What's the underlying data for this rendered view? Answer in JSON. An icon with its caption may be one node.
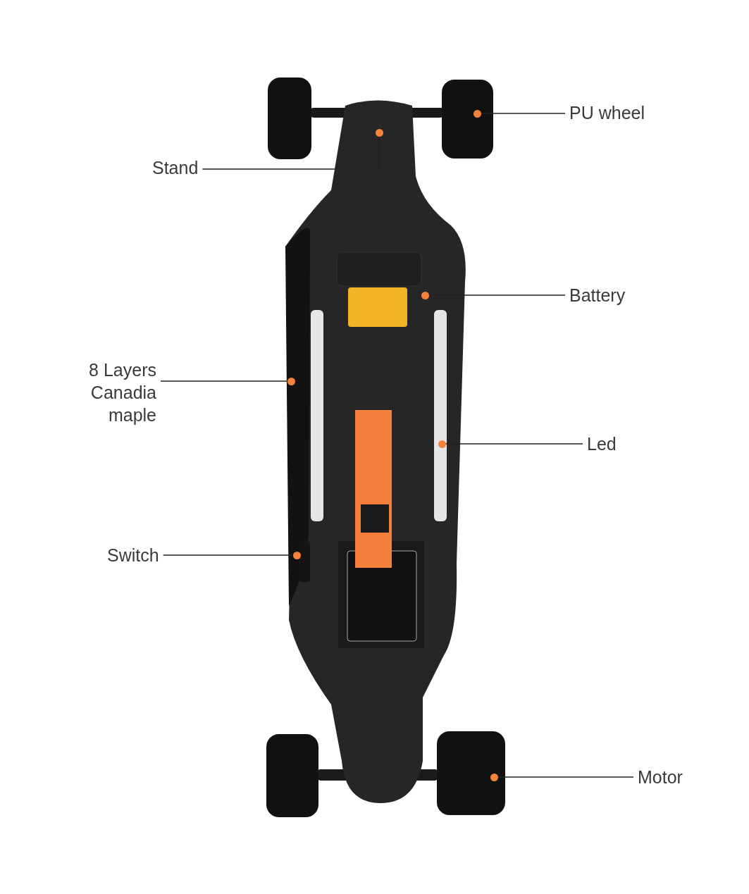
{
  "diagram": {
    "nodes": [
      {
        "text": [
          "PU wheel"
        ]
      },
      {
        "text": [],
        "shape": "circle"
      },
      {
        "text": [
          "Stand"
        ]
      },
      {
        "text": [],
        "shape": "circle"
      },
      {
        "text": [
          "Battery"
        ]
      },
      {
        "text": [],
        "shape": "circle"
      },
      {
        "text": [
          "8 Layers Canadia maple"
        ]
      },
      {
        "text": [],
        "shape": "circle"
      },
      {
        "text": [
          "Led"
        ]
      },
      {
        "text": [],
        "shape": "circle"
      },
      {
        "text": [
          "Switch"
        ]
      },
      {
        "text": [],
        "shape": "circle"
      },
      {
        "text": [
          "Motor"
        ]
      },
      {
        "text": [],
        "shape": "circle"
      }
    ],
    "edges": [
      {
        "from": 0,
        "to": 1,
        "arrow": "none"
      },
      {
        "from": 2,
        "to": 3,
        "arrow": "none"
      },
      {
        "from": 4,
        "to": 5,
        "arrow": "none"
      },
      {
        "from": 6,
        "to": 7,
        "arrow": "none"
      },
      {
        "from": 8,
        "to": 9,
        "arrow": "none"
      },
      {
        "from": 10,
        "to": 11,
        "arrow": "none"
      },
      {
        "from": 12,
        "to": 13,
        "arrow": "none"
      }
    ]
  }
}
